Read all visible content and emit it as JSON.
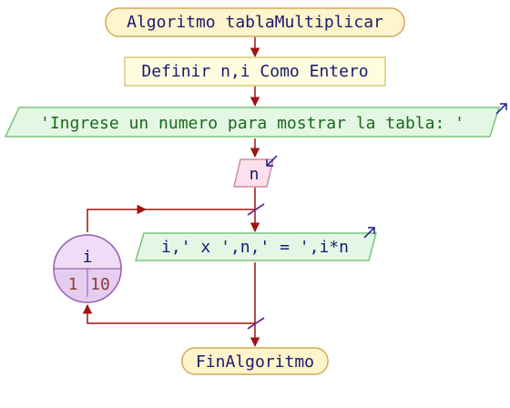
{
  "diagram": {
    "start_label": "Algoritmo tablaMultiplicar",
    "define_label": "Definir n,i Como Entero",
    "output_prompt_label": "'Ingrese un numero para mostrar la tabla: '",
    "input_label": "n",
    "loop": {
      "variable": "i",
      "from": "1",
      "to": "10"
    },
    "output_row_label": "i,' x ',n,' = ',i*n",
    "end_label": "FinAlgoritmo"
  },
  "colors": {
    "terminal_fill": "#fff4cc",
    "terminal_stroke": "#d4a85a",
    "process_fill": "#fffde0",
    "process_stroke": "#d6cc7a",
    "output_fill": "#e4f7e4",
    "output_stroke": "#7ac47a",
    "input_fill": "#fce0ec",
    "input_stroke": "#d08aa8",
    "loop_fill_top": "#f0dcf6",
    "loop_fill_bottom": "#e6cdf0",
    "loop_stroke": "#9a6ab4",
    "flow_line": "#a01414",
    "marker": "#6a2a8a",
    "io_arrow": "#1a1a8a"
  }
}
